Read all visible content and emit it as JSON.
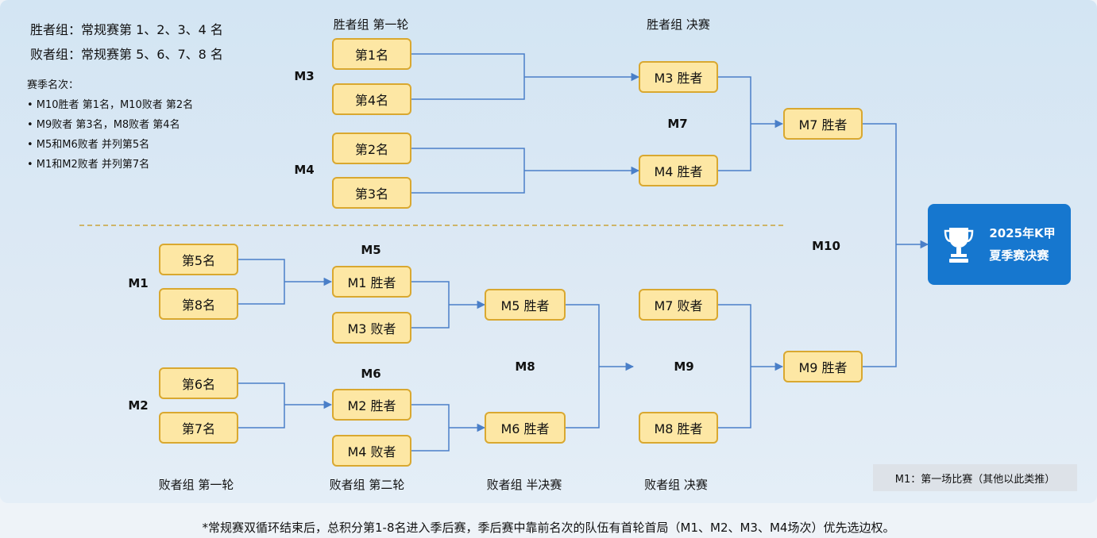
{
  "info": {
    "winners_group": "胜者组：常规赛第 1、2、3、4 名",
    "losers_group": "败者组：常规赛第 5、6、7、8 名",
    "rank_title": "赛季名次：",
    "rank_items": [
      "• M10胜者 第1名，M10败者 第2名",
      "• M9败者 第3名，M8败者 第4名",
      "• M5和M6败者 并列第5名",
      "• M1和M2败者 并列第7名"
    ]
  },
  "columns": {
    "wb_round1": "胜者组 第一轮",
    "wb_final": "胜者组 决赛",
    "lb_round1": "败者组 第一轮",
    "lb_round2": "败者组 第二轮",
    "lb_semi": "败者组 半决赛",
    "lb_final": "败者组 决赛"
  },
  "matches": {
    "m1": "M1",
    "m2": "M2",
    "m3": "M3",
    "m4": "M4",
    "m5": "M5",
    "m6": "M6",
    "m7": "M7",
    "m8": "M8",
    "m9": "M9",
    "m10": "M10"
  },
  "slots": {
    "seed1": "第1名",
    "seed4": "第4名",
    "seed2": "第2名",
    "seed3": "第3名",
    "m3_winner": "M3 胜者",
    "m4_winner": "M4 胜者",
    "m7_winner": "M7 胜者",
    "seed5": "第5名",
    "seed8": "第8名",
    "seed6": "第6名",
    "seed7": "第7名",
    "m1_winner": "M1 胜者",
    "m3_loser": "M3 败者",
    "m2_winner": "M2 胜者",
    "m4_loser": "M4 败者",
    "m5_winner": "M5 胜者",
    "m6_winner": "M6 胜者",
    "m7_loser": "M7 败者",
    "m8_winner": "M8 胜者",
    "m9_winner": "M9 胜者"
  },
  "champion": {
    "line1": "2025年K甲",
    "line2": "夏季赛决赛",
    "icon": "trophy-icon"
  },
  "legend": "M1：第一场比赛（其他以此类推）",
  "footnote": "*常规赛双循环结束后，总积分第1-8名进入季后赛，季后赛中靠前名次的队伍有首轮首局（M1、M2、M3、M4场次）优先选边权。",
  "colors": {
    "line": "#4a7fc8",
    "box_fill": "#fde7a4",
    "box_border": "#d9a830",
    "champion": "#1677cf",
    "divider": "#c9a23a"
  }
}
